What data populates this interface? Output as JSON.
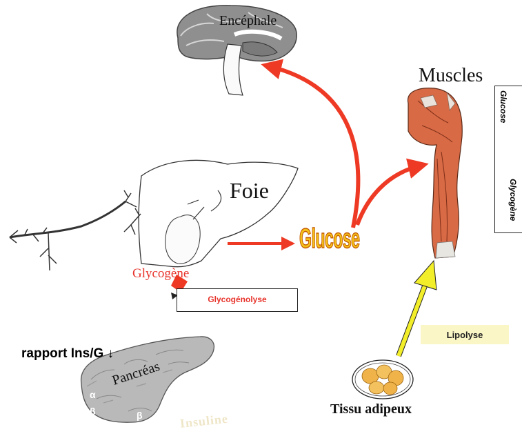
{
  "organs": {
    "brain": "Encéphale",
    "muscles": "Muscles",
    "liver": "Foie",
    "pancreas": "Pancréas",
    "adipose": "Tissu adipeux"
  },
  "center": {
    "glucose": "Glucose"
  },
  "liver_process": {
    "glycogen": "Glycogène",
    "glycogenolysis": "Glycogénolyse"
  },
  "muscle_box": {
    "glucose": "Glucose",
    "glycogen": "Glycogène"
  },
  "lipolysis": "Lipolyse",
  "ratio": "rapport Ins/G",
  "ratio_arrow": "↓",
  "insulin": "Insuline",
  "alpha": "α",
  "beta": "β",
  "colors": {
    "red_arrow": "#ee3a24",
    "yellow_arrow": "#f2ee2a",
    "glucose_fill": "#f5c21a",
    "muscle": "#d86a45",
    "lipolysis_bg": "#fbf6c6"
  }
}
